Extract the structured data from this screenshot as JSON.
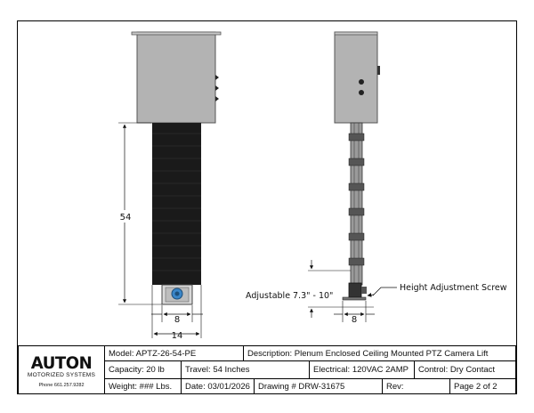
{
  "dimensions": {
    "height": "54",
    "width_inner": "8",
    "width_outer": "14",
    "side_width": "8",
    "adjustable_label": "Adjustable",
    "adjustable_range": "7.3\" - 10\"",
    "height_screw_label": "Height Adjustment Screw"
  },
  "title_block": {
    "logo_main": "AUTON",
    "logo_sub": "MOTORIZED SYSTEMS",
    "phone": "Phone 661.257.9282",
    "model": "Model:  APTZ-26-54-PE",
    "description": "Description: Plenum Enclosed Ceiling Mounted PTZ Camera Lift",
    "capacity": "Capacity:  20 lb",
    "travel": "Travel:  54 Inches",
    "electrical": "Electrical: 120VAC  2AMP",
    "control": "Control:  Dry Contact",
    "weight": "Weight: ### Lbs.",
    "date": "Date: 03/01/2026",
    "drawing": "Drawing # DRW-31675",
    "rev": "Rev:",
    "page": "Page 2  of  2"
  },
  "colors": {
    "housing": "#b3b3b3",
    "lift_body": "#1a1a1a",
    "camera": "#3a86c8"
  }
}
